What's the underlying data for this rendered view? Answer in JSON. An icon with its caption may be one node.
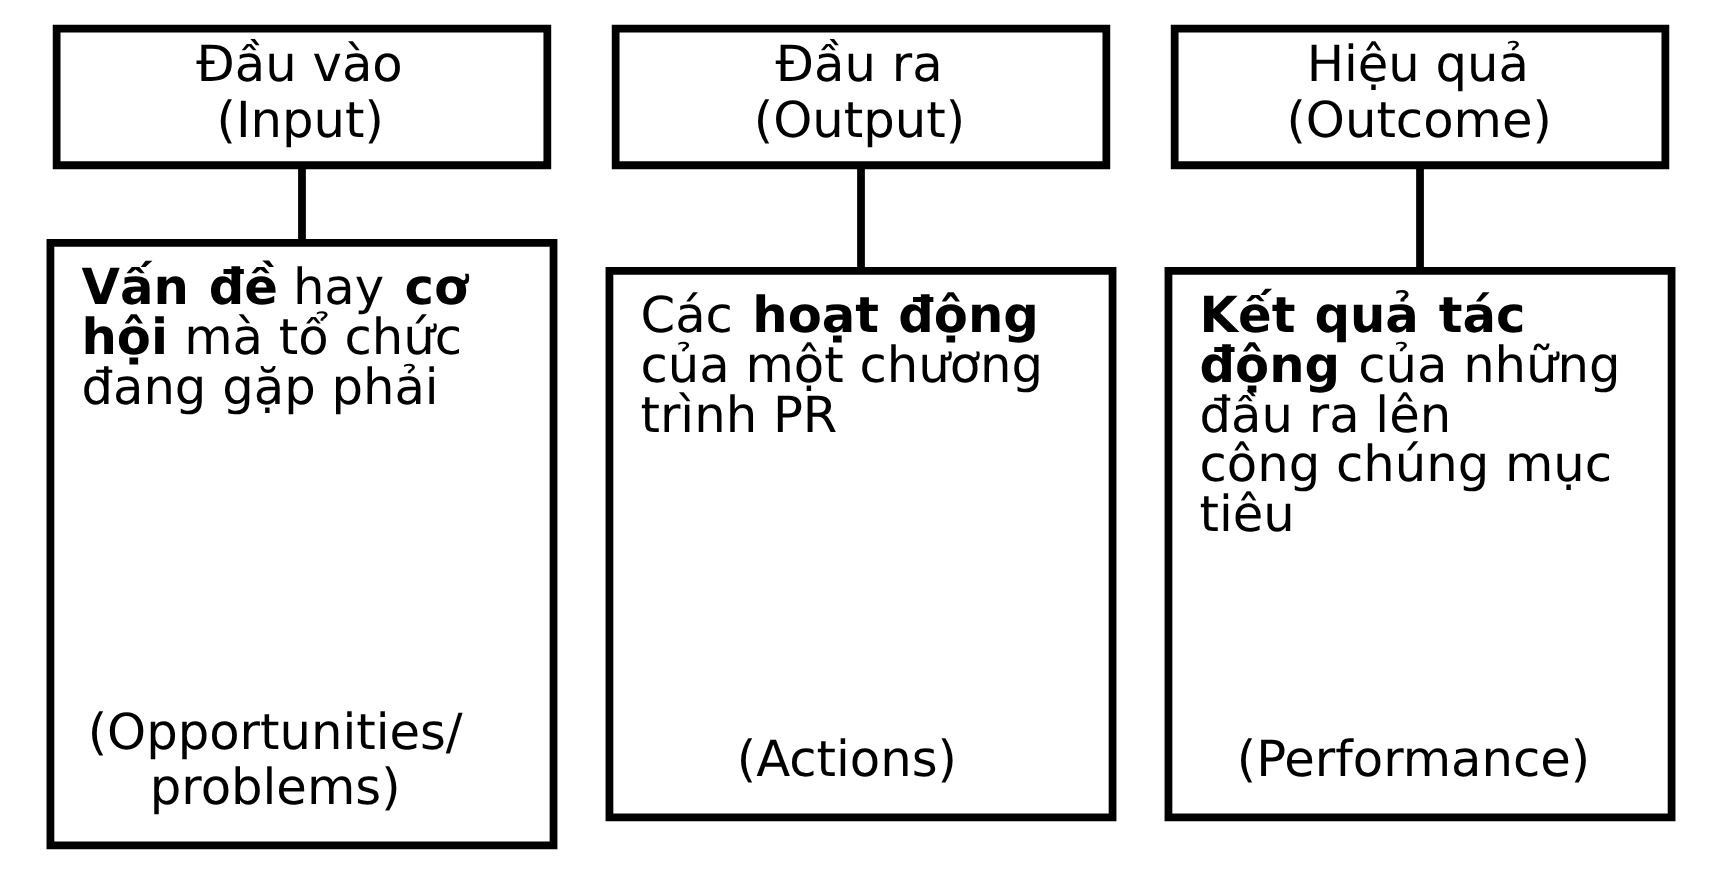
{
  "diagram": {
    "nodes": [
      {
        "text": [
          "Đầu vào (Input)"
        ]
      },
      {
        "text": [
          "Đầu ra (Output)"
        ]
      },
      {
        "text": [
          "Hiệu quả (Outcome)"
        ]
      },
      {
        "text": [
          "**Vấn đề** hay **cơ hội** mà tổ chức đang gặp phải",
          "(Opportunities/ problems)"
        ]
      },
      {
        "text": [
          "Các **hoạt động** của một chương trình PR",
          "(Actions)"
        ]
      },
      {
        "text": [
          "**Kết quả tác động** của những đầu ra lên công chúng mục tiêu",
          "(Performance)"
        ]
      }
    ],
    "edges": [
      {
        "from": 0,
        "to": 3,
        "arrow": "none"
      },
      {
        "from": 1,
        "to": 4,
        "arrow": "none"
      },
      {
        "from": 2,
        "to": 5,
        "arrow": "none"
      }
    ]
  }
}
